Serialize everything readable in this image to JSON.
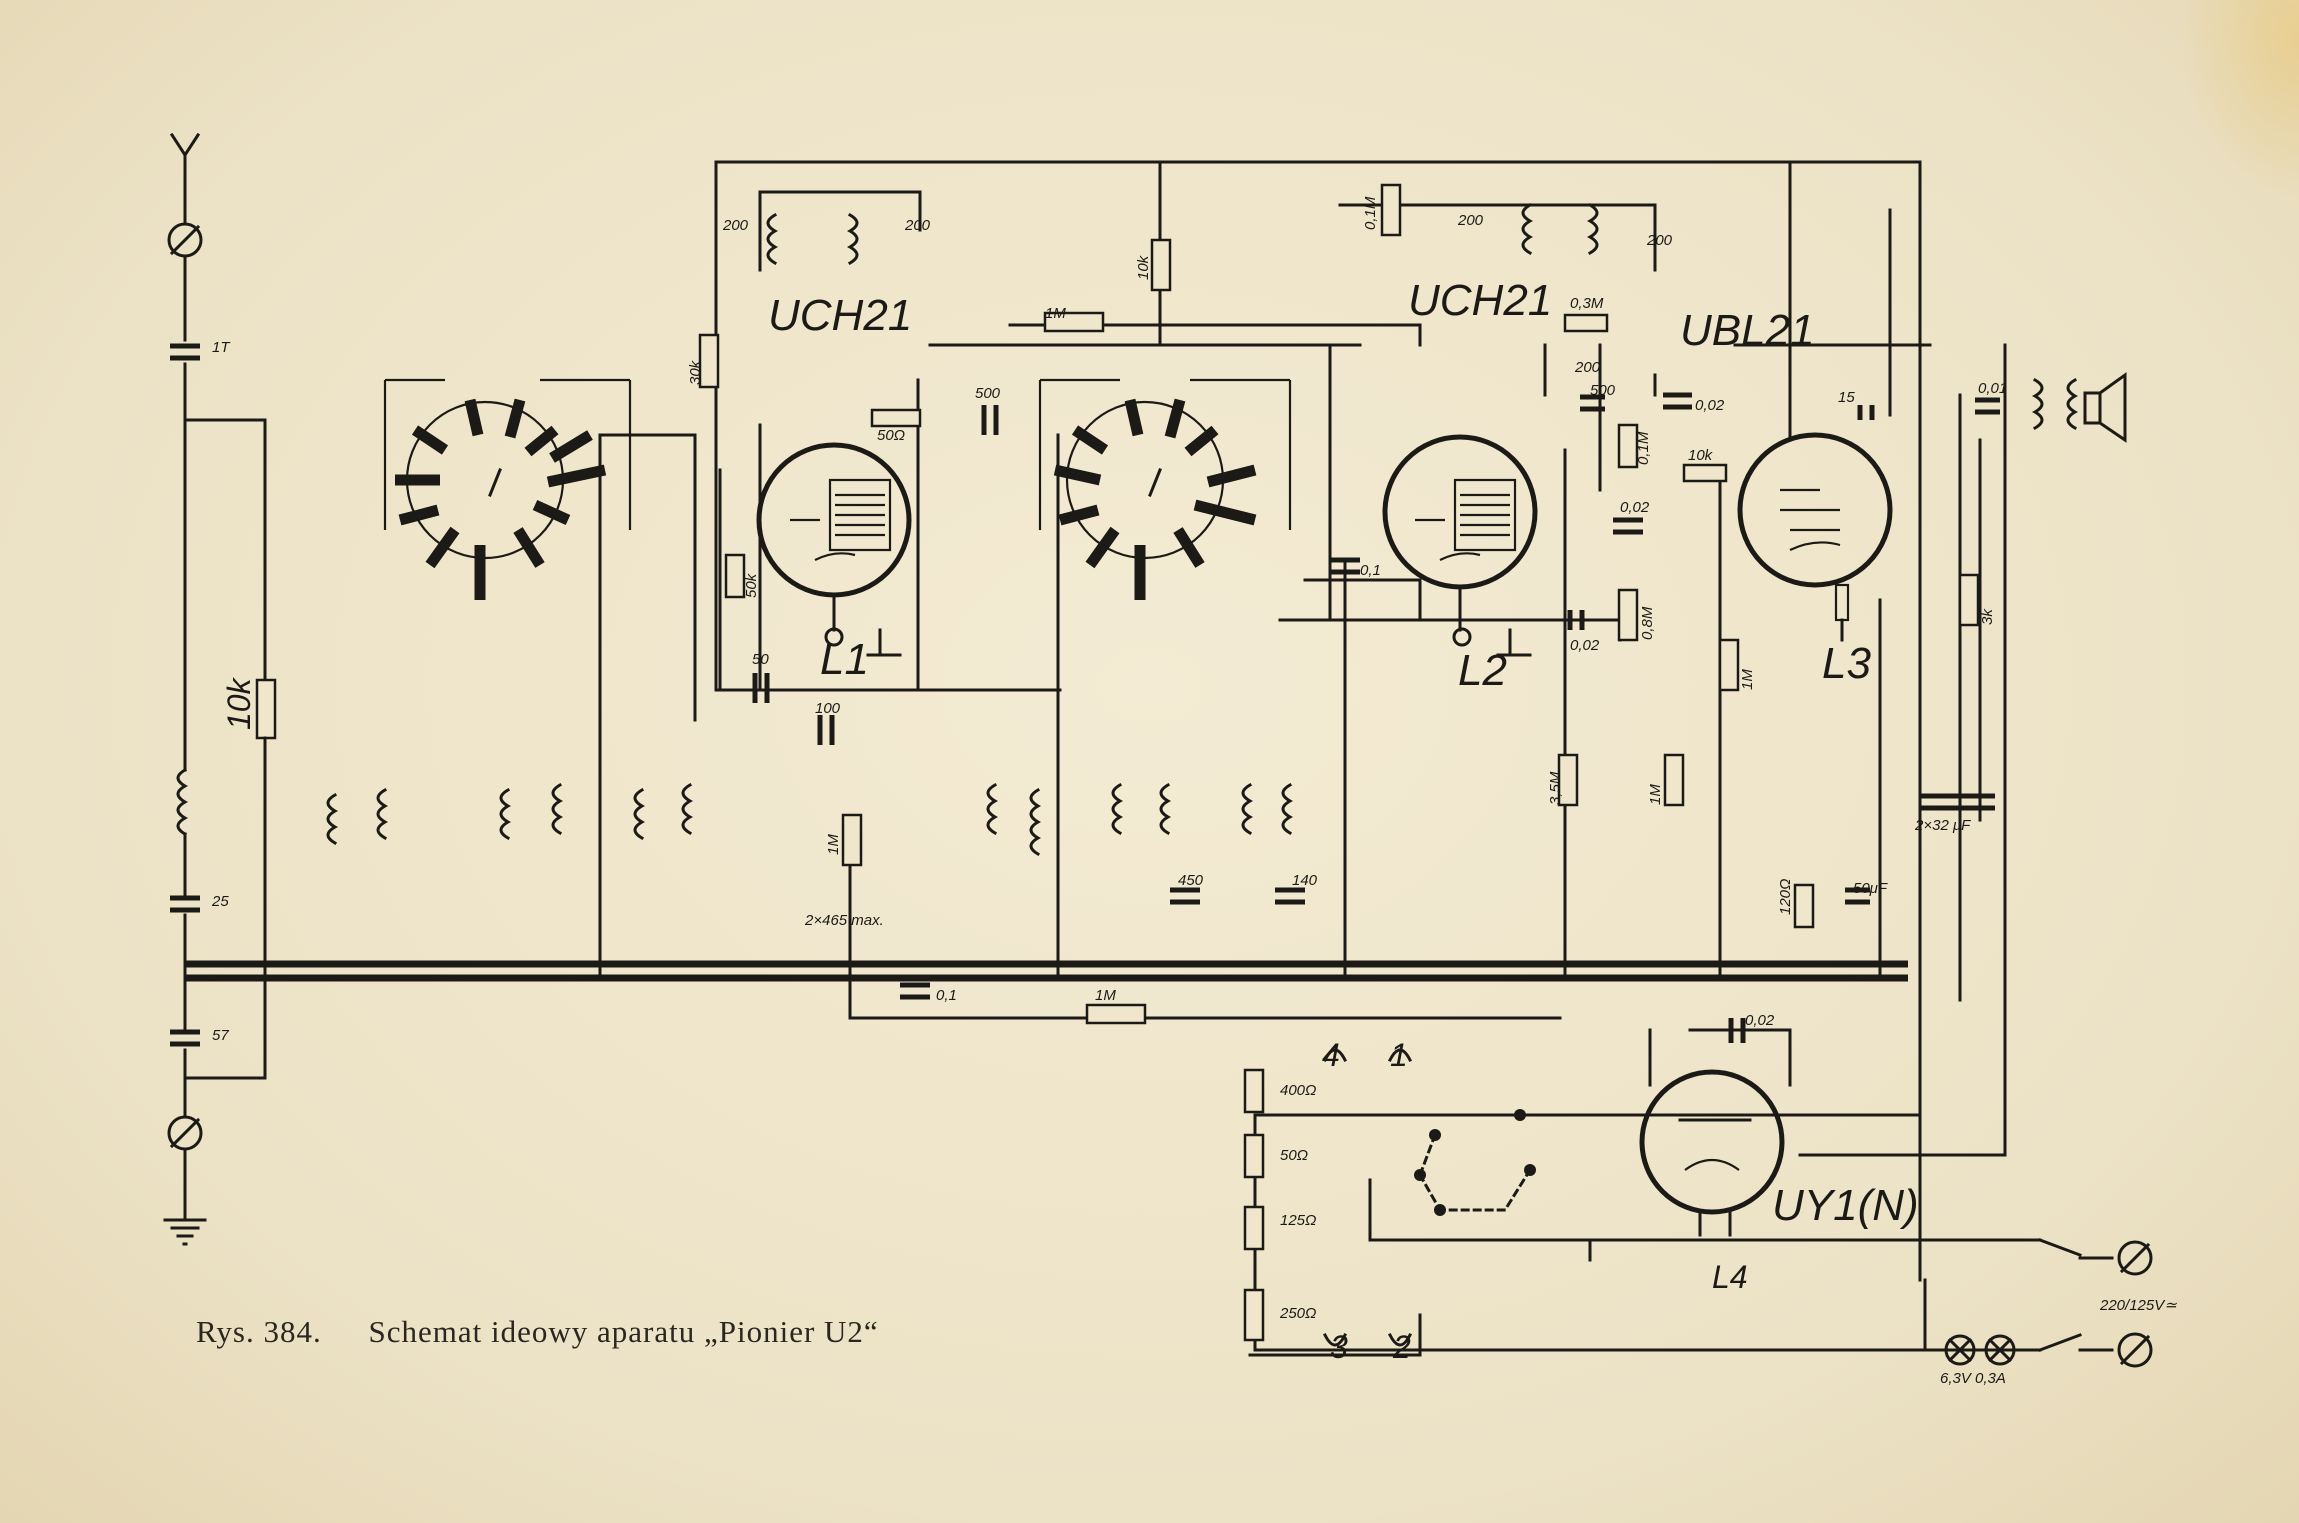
{
  "caption": {
    "figure": "Rys. 384.",
    "title": "Schemat ideowy aparatu „Pionier U2“"
  },
  "tubes": {
    "t1": {
      "type": "UCH21",
      "ref": "L1"
    },
    "t2": {
      "type": "UCH21",
      "ref": "L2"
    },
    "t3": {
      "type": "UBL21",
      "ref": "L3"
    },
    "t4": {
      "type": "UY1(N)",
      "ref": "L4"
    }
  },
  "components": {
    "c_ant1": "1T",
    "c_ant2": "25",
    "c_ant3": "57",
    "r_ant": "10k",
    "r30k": "30k",
    "r50k": "50k",
    "r50ohm": "50Ω",
    "c200a": "200",
    "c200b": "200",
    "c200c": "200",
    "c200d": "200",
    "c500a": "500",
    "c50": "50",
    "c100": "100",
    "r1m_a": "1M",
    "r1m_top": "1M",
    "gang": "2×465 max.",
    "c01a": "0,1",
    "r1m_bot": "1M",
    "r10k_mid": "10k",
    "c450": "450",
    "c140": "140",
    "c01b": "0,1",
    "r01m_a": "0,1M",
    "r03m": "0,3M",
    "c200e": "200",
    "c500b": "500",
    "r01m_b": "0,1M",
    "c002a": "0,02",
    "c002b": "0,02",
    "pot08m": "0,8M",
    "r35m": "3,5M",
    "r1m_c": "1M",
    "r1m_d": "1M",
    "c002c": "0,02",
    "r10k_b": "10k",
    "c15": "15",
    "c001": "0,01",
    "r3k": "3k",
    "r120": "120Ω",
    "c50uf": "50μF",
    "c2x32": "2×32 μF",
    "c002d": "0,02",
    "r400": "400Ω",
    "r50": "50Ω",
    "r125": "125Ω",
    "r250": "250Ω",
    "lamp": "6,3V 0,3A",
    "mains": "220/125V≃"
  },
  "terminals": {
    "t4": "4",
    "t1": "1",
    "t3": "3",
    "t2": "2"
  }
}
